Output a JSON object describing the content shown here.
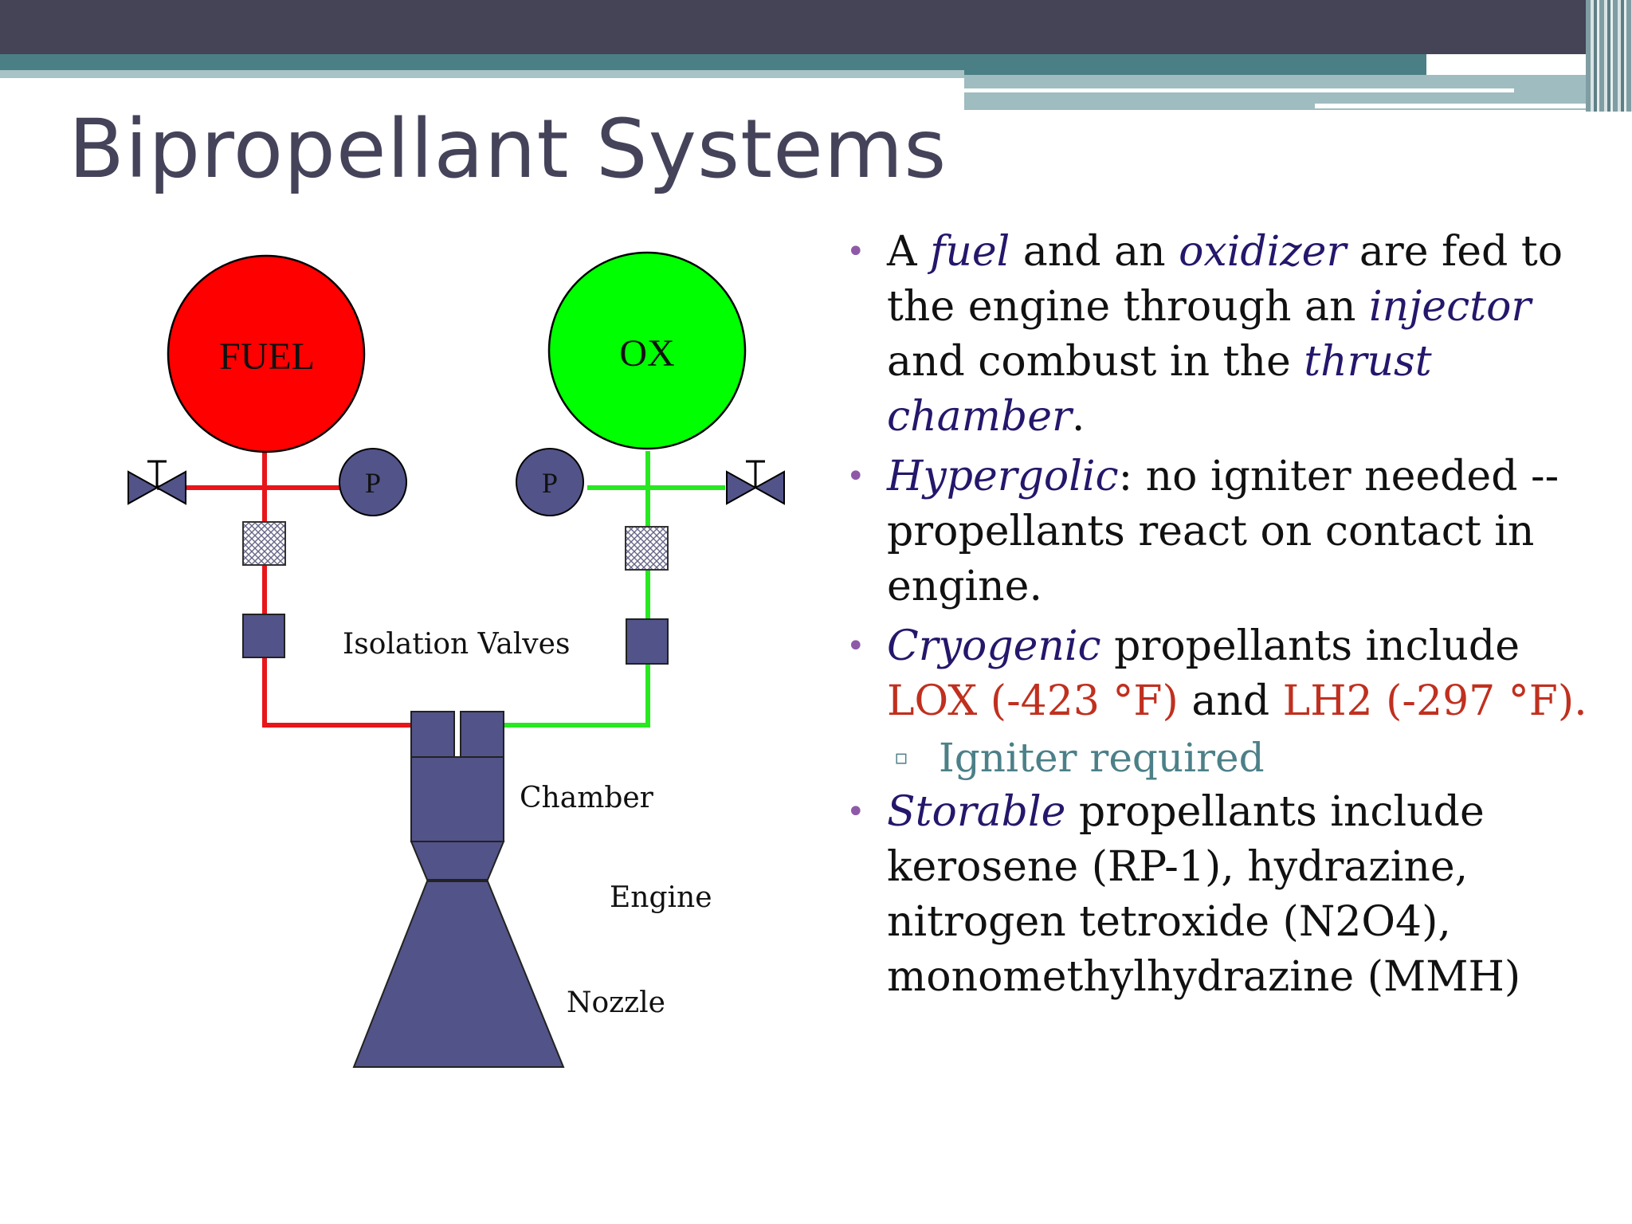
{
  "slide": {
    "title": "Bipropellant Systems"
  },
  "diagram": {
    "fuel_label": "FUEL",
    "ox_label": "OX",
    "pressure_label_left": "P",
    "pressure_label_right": "P",
    "isolation_label": "Isolation Valves",
    "chamber_label": "Chamber",
    "engine_label": "Engine",
    "nozzle_label": "Nozzle",
    "fuel_color": "#ff0000",
    "ox_color": "#00ff00",
    "component_color": "#525388"
  },
  "bullets": {
    "b1": {
      "t1": "A ",
      "e1": "fuel",
      "t2": " and an ",
      "e2": "oxidizer",
      "t3": " are fed to the engine through an ",
      "e3": "injector",
      "t4": " and combust in the ",
      "e4": "thrust chamber",
      "t5": "."
    },
    "b2": {
      "e1": "Hypergolic",
      "t1": ": no igniter needed -- propellants react on contact in engine."
    },
    "b3": {
      "e1": "Cryogenic",
      "t1": " propellants include ",
      "r1": "LOX (-423 °F)",
      "t2": " and ",
      "r2": "LH2 (-297 °F)."
    },
    "b3_sub": "Igniter required",
    "b4": {
      "e1": "Storable",
      "t1": " propellants include kerosene (RP-1), hydrazine, nitrogen tetroxide (N2O4), monomethylhydrazine (MMH)"
    },
    "bullet_color": "#8e5aa8",
    "emphasis_color": "#24176b",
    "temperature_color": "#c0301f"
  }
}
